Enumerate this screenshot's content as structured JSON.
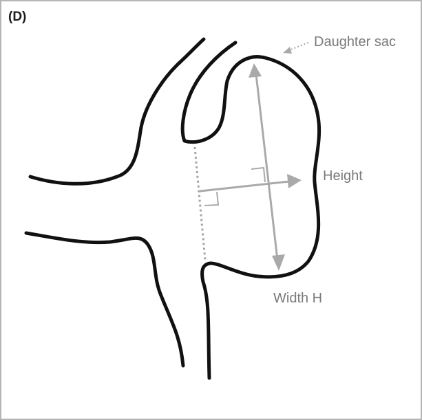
{
  "figure": {
    "panel_label": "(D)",
    "labels": {
      "daughter_sac": "Daughter sac",
      "height": "Height",
      "width": "Width H"
    },
    "colors": {
      "background": "#ffffff",
      "border": "#b5b5b5",
      "vessel_outline": "#111111",
      "measurement_lines": "#a9a9a9",
      "annotation_text": "#7a7a7a"
    }
  }
}
